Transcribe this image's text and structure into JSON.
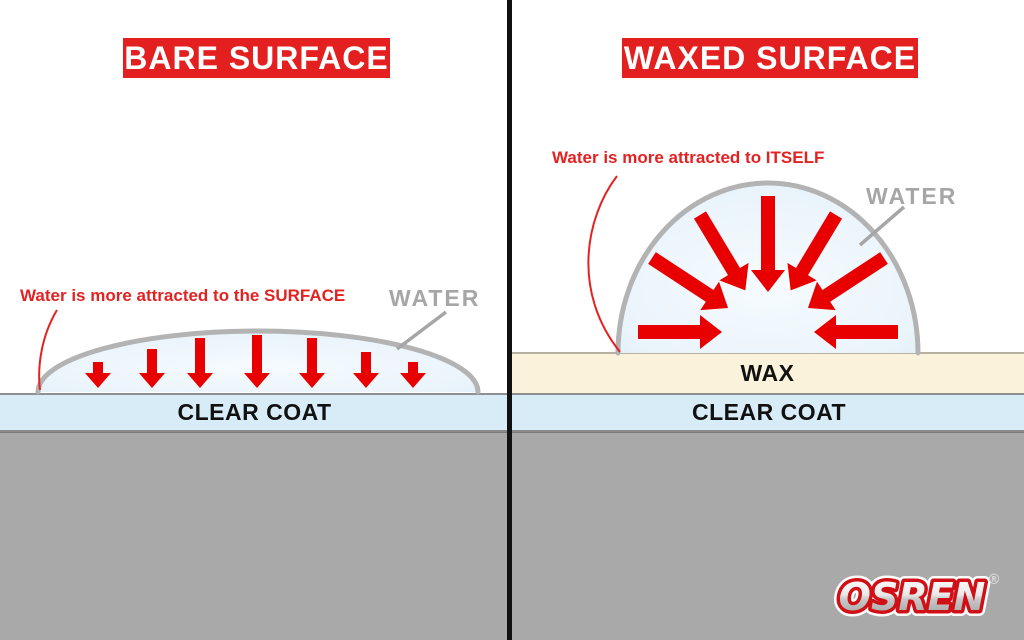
{
  "colors": {
    "banner_red": "#e31f1f",
    "arrow_red": "#e80000",
    "annotation_red": "#e32222",
    "water_drop_fill": "#e9f4fb",
    "water_drop_outline": "#b3b3b3",
    "clear_coat_fill": "#d7ecf6",
    "wax_fill": "#faf2da",
    "substrate_gray": "#a9a9a9",
    "water_label_gray": "#a6a6a6"
  },
  "left_panel": {
    "title": "BARE SURFACE",
    "annotation": "Water is more attracted to the SURFACE",
    "water_label": "WATER",
    "clear_coat_label": "CLEAR COAT"
  },
  "right_panel": {
    "title": "WAXED SURFACE",
    "annotation": "Water is more attracted to ITSELF",
    "water_label": "WATER",
    "wax_label": "WAX",
    "clear_coat_label": "CLEAR COAT"
  },
  "branding": {
    "logo_text": "OSREN",
    "registered_mark": "®"
  }
}
